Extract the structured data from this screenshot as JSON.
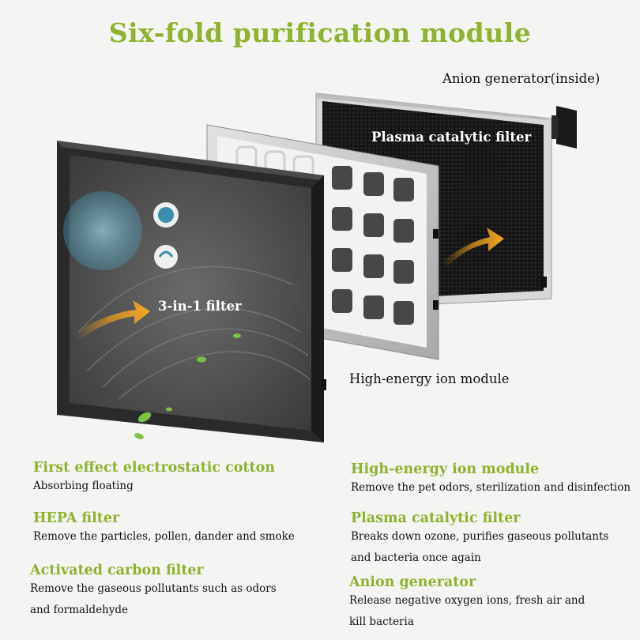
{
  "title": "Six-fold purification module",
  "callouts": {
    "anion": "Anion generator(inside)",
    "plasma": "Plasma catalytic filter",
    "three_in_one": "3-in-1 filter",
    "ion": "High-energy ion module"
  },
  "left_items": [
    {
      "heading": "First effect electrostatic cotton",
      "text": "Absorbing floating"
    },
    {
      "heading": "HEPA filter",
      "text": "Remove the particles, pollen, dander and smoke"
    },
    {
      "heading": "Activated carbon filter",
      "text": "Remove the gaseous pollutants such as odors and formaldehyde"
    }
  ],
  "right_items": [
    {
      "heading": "High-energy ion module",
      "text": "Remove the pet odors, sterilization and disinfection"
    },
    {
      "heading": "Plasma catalytic filter",
      "text": "Breaks down ozone, purifies gaseous pollutants and bacteria once again"
    },
    {
      "heading": "Anion generator",
      "text": "Release negative oxygen ions, fresh air and kill bacteria"
    }
  ],
  "colors": {
    "accent_green": "#8db32f",
    "arrow_orange": "#f0a020"
  }
}
